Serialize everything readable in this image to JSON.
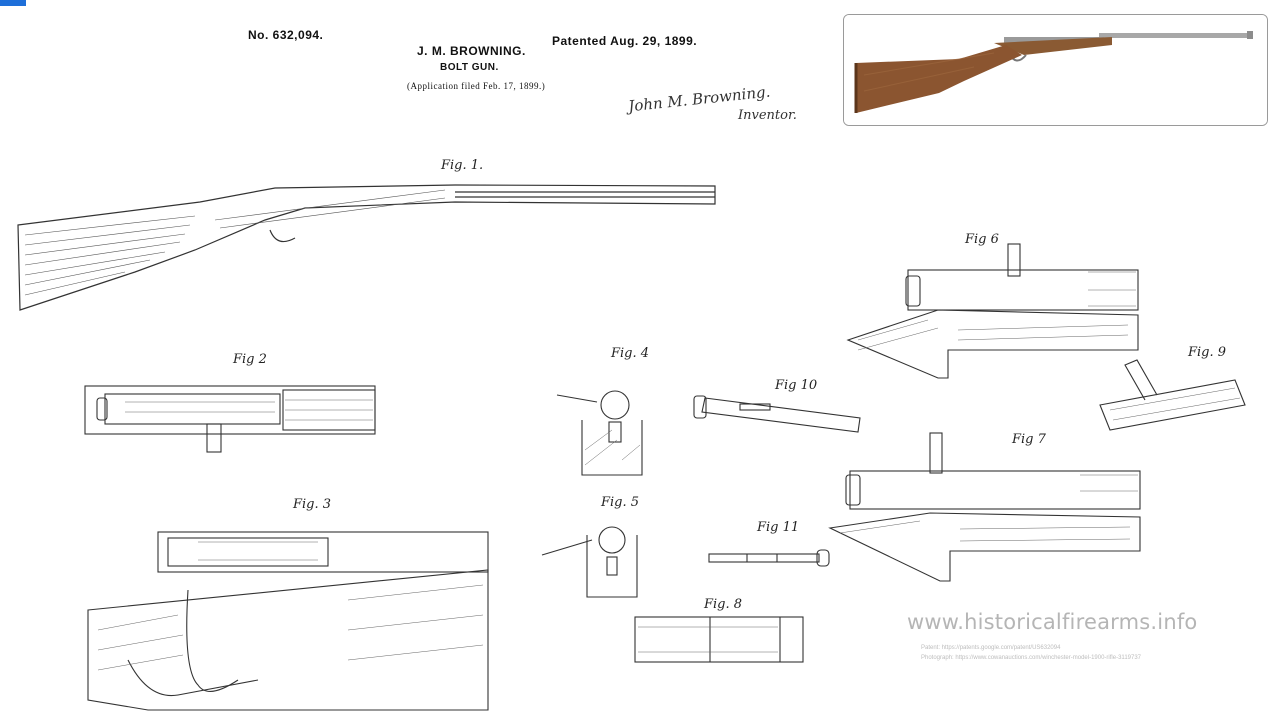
{
  "header": {
    "patent_no": "No. 632,094.",
    "inventor": "J. M. BROWNING.",
    "title": "BOLT GUN.",
    "application": "(Application filed Feb. 17, 1899.)",
    "patented": "Patented Aug. 29, 1899.",
    "signature": "John M. Browning.",
    "signature_role": "Inventor."
  },
  "figures": {
    "fig1": "Fig. 1.",
    "fig2": "Fig 2",
    "fig3": "Fig. 3",
    "fig4": "Fig. 4",
    "fig5": "Fig. 5",
    "fig6": "Fig 6",
    "fig7": "Fig 7",
    "fig8": "Fig. 8",
    "fig9": "Fig. 9",
    "fig10": "Fig 10",
    "fig11": "Fig 11"
  },
  "watermark": "www.historicalfirearms.info",
  "credits": {
    "patent": "Patent: https://patents.google.com/patent/US632094",
    "photo": "Photograph: https://www.cowanauctions.com/winchester-model-1900-rifle-3119737"
  }
}
